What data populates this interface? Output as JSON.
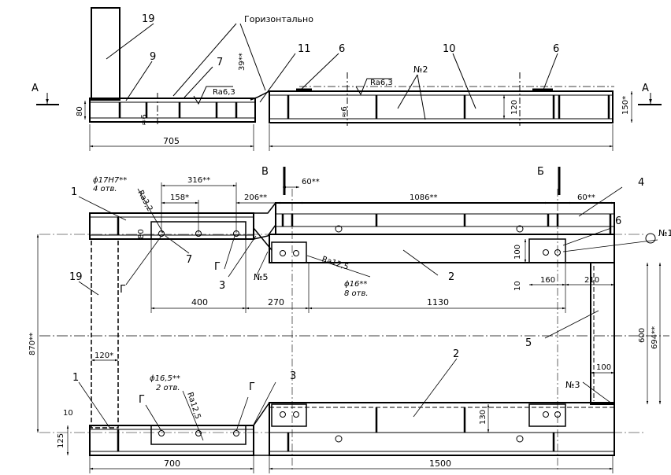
{
  "side_view": {
    "callouts": [
      "19",
      "9",
      "7",
      "11",
      "6",
      "10",
      "6"
    ],
    "horizontal_note": "Горизонтально",
    "dim_39": "39**",
    "roughness_1": "Ra6,3",
    "roughness_2": "Ra6,3",
    "weld_no": "№2",
    "section_left": "А",
    "section_right": "А",
    "dim_80": "80",
    "dim_6_left": "≈6",
    "dim_6_right": "≈6",
    "dim_120": "120",
    "dim_150": "150*",
    "dim_705": "705"
  },
  "plan_view": {
    "hole_note_1": "ϕ17H7**",
    "hole_note_1_count": "4 отв.",
    "roughness_ra32": "Ra3,2",
    "dim_316": "316**",
    "dim_158": "158*",
    "dim_80": "80",
    "callout_1_top": "1",
    "callout_19": "19",
    "callout_7": "7",
    "callout_3_top": "3",
    "callout_g1": "Г",
    "callout_g2": "Г",
    "weld_no5": "№5",
    "section_b": "В",
    "section_be": "Б",
    "dim_206": "206**",
    "dim_60_left": "60**",
    "dim_1086": "1086**",
    "dim_60_right": "60**",
    "callout_4": "4",
    "callout_6": "6",
    "weld_no1": "№1",
    "dim_100_right": "100",
    "dim_10_right": "10",
    "dim_160": "160",
    "dim_210": "210",
    "roughness_ra125": "Ra12,5",
    "hole_note_2": "ϕ16**",
    "hole_note_2_count": "8 отв.",
    "callout_2_top": "2",
    "dim_400": "400",
    "dim_270": "270",
    "dim_1130": "1130",
    "dim_870": "870**",
    "dim_600": "600",
    "dim_694": "694**",
    "callout_5": "5",
    "dim_120_left": "120*",
    "dim_100_lower": "100",
    "weld_no3": "№3",
    "callout_1_bottom": "1",
    "hole_note_3": "ϕ16,5**",
    "hole_note_3_count": "2 отв.",
    "roughness_ra125_2": "Ra12,5",
    "callout_g3": "Г",
    "callout_g4": "Г",
    "callout_3_bottom": "3",
    "callout_2_bottom": "2",
    "dim_130": "130",
    "dim_10_left": "10",
    "dim_125": "125",
    "dim_700": "700",
    "dim_1500": "1500"
  }
}
